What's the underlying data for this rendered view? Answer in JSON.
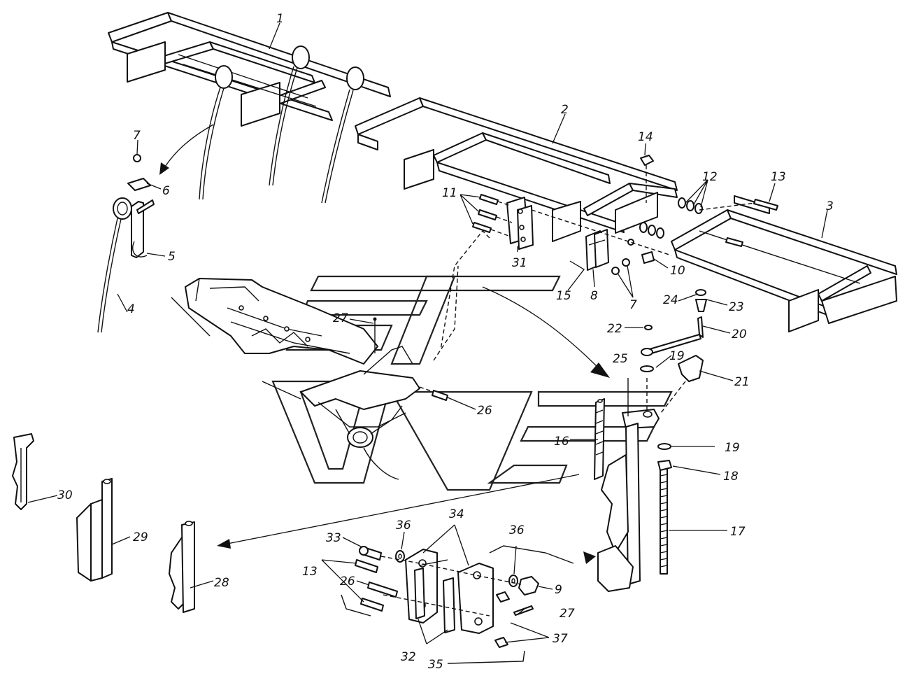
{
  "labels": {
    "l1": "1",
    "l2": "2",
    "l3": "3",
    "l4": "4",
    "l5": "5",
    "l6": "6",
    "l7a": "7",
    "l7b": "7",
    "l8": "8",
    "l9": "9",
    "l10": "10",
    "l11": "11",
    "l12": "12",
    "l13a": "13",
    "l13b": "13",
    "l14": "14",
    "l15": "15",
    "l16": "16",
    "l17": "17",
    "l18": "18",
    "l19a": "19",
    "l19b": "19",
    "l20": "20",
    "l21": "21",
    "l22": "22",
    "l23": "23",
    "l24": "24",
    "l25": "25",
    "l26a": "26",
    "l26b": "26",
    "l27a": "27",
    "l27b": "27",
    "l28": "28",
    "l29": "29",
    "l30": "30",
    "l31": "31",
    "l32": "32",
    "l33": "33",
    "l34": "34",
    "l35": "35",
    "l36a": "36",
    "l36b": "36",
    "l37": "37"
  },
  "colors": {
    "line": "#111111",
    "background": "#ffffff"
  }
}
